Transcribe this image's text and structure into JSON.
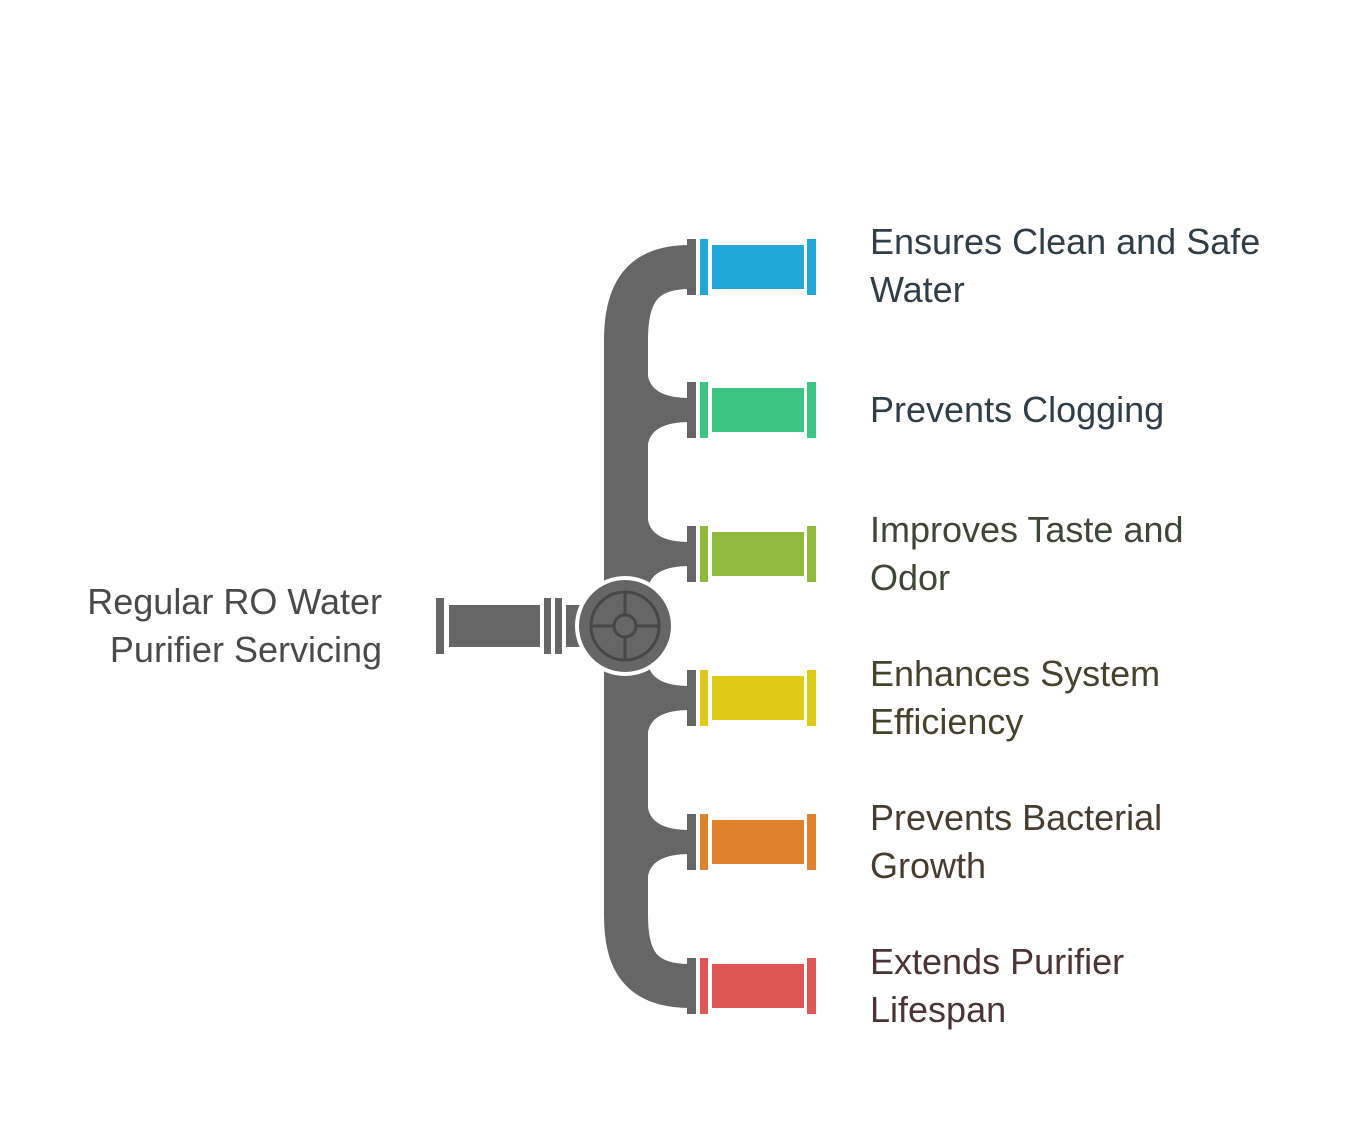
{
  "source": {
    "label": "Regular RO Water\nPurifier Servicing"
  },
  "pipe_color": "#666666",
  "benefits": [
    {
      "label": "Ensures Clean and Safe\nWater",
      "color": "#21a8d8",
      "text_color": "#2f3f48"
    },
    {
      "label": "Prevents Clogging",
      "color": "#3dc585",
      "text_color": "#2f3f48"
    },
    {
      "label": "Improves Taste and\nOdor",
      "color": "#8fba3b",
      "text_color": "#3f4636"
    },
    {
      "label": "Enhances System\nEfficiency",
      "color": "#dfcb17",
      "text_color": "#45432c"
    },
    {
      "label": "Prevents Bacterial\nGrowth",
      "color": "#de8230",
      "text_color": "#473c2e"
    },
    {
      "label": "Extends Purifier\nLifespan",
      "color": "#e05655",
      "text_color": "#4a3434"
    }
  ]
}
